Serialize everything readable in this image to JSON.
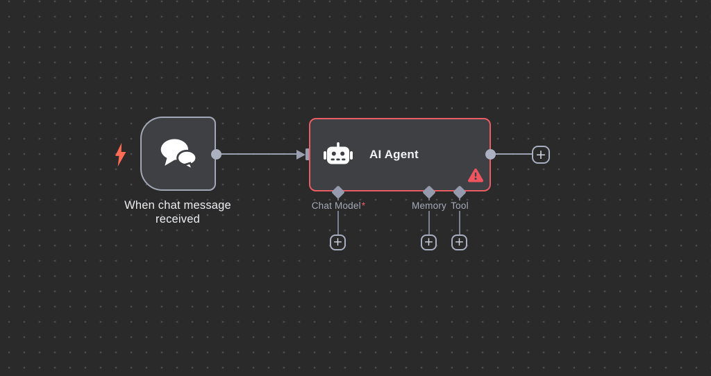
{
  "ui": {
    "plus_label": "+"
  },
  "trigger_node": {
    "label": "When chat message received",
    "icon": "chat-bubbles-icon",
    "badge_icon": "lightning-bolt-icon"
  },
  "agent_node": {
    "title": "AI Agent",
    "icon": "robot-icon",
    "status_icon": "warning-triangle-icon",
    "state": "error",
    "inputs": [
      {
        "label": "Chat Model",
        "required_marker": "*"
      },
      {
        "label": "Memory",
        "required_marker": ""
      },
      {
        "label": "Tool",
        "required_marker": ""
      }
    ]
  },
  "colors": {
    "canvas_bg": "#2a2a2b",
    "node_bg": "#3f4044",
    "error_border": "#e95d64",
    "warning_red": "#f0545f",
    "trigger_bolt": "#ff6b55",
    "connector_gray": "#9aa0b0",
    "handle_gray": "#acb1c2"
  }
}
